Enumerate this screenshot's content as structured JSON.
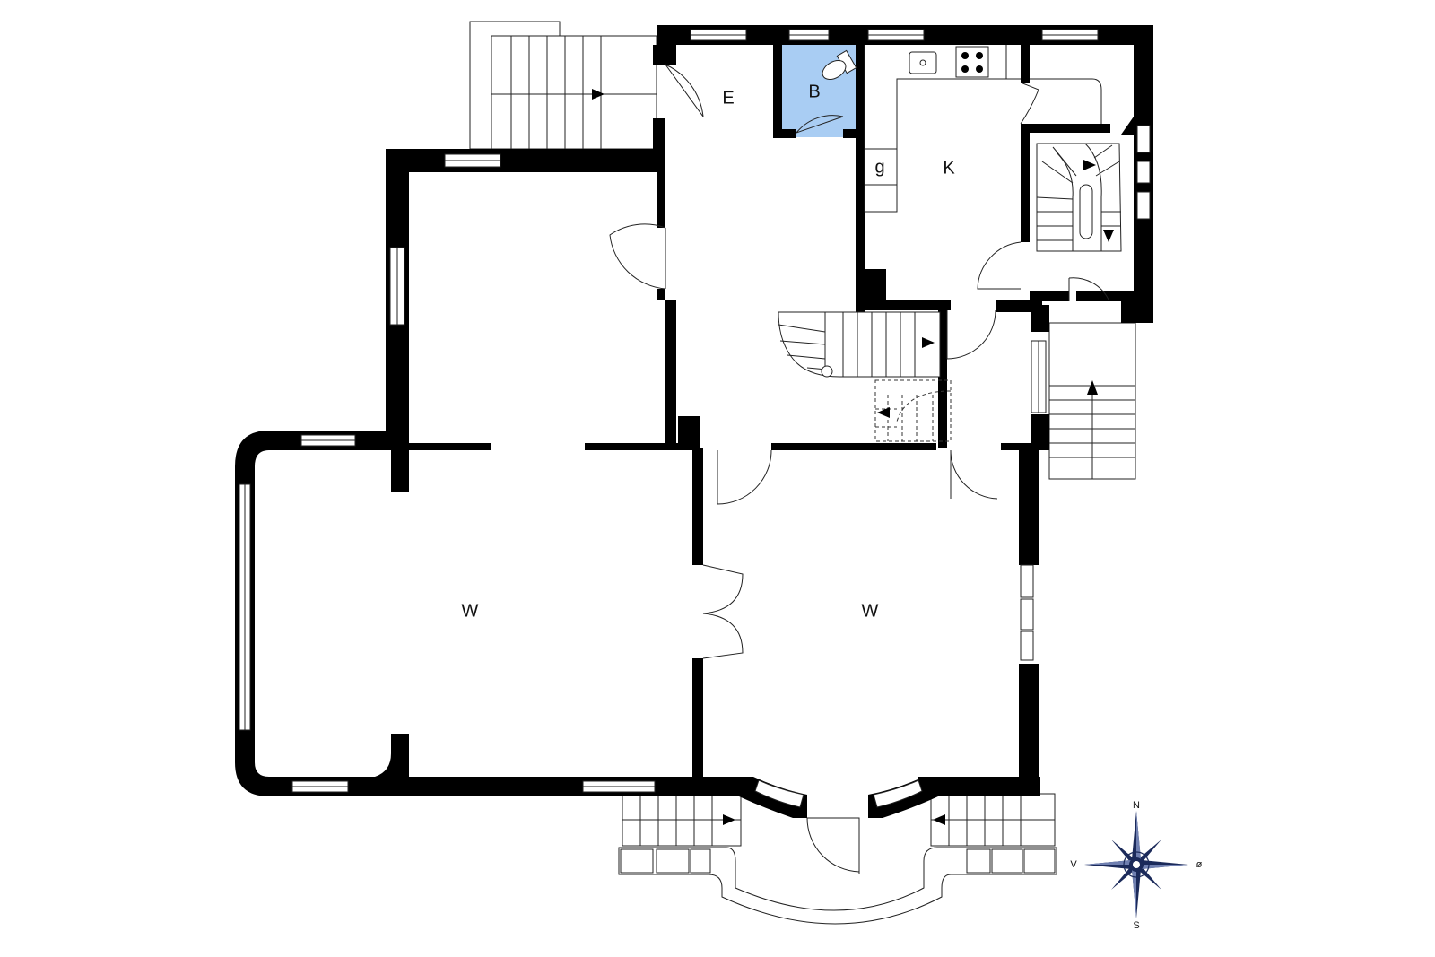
{
  "rooms": {
    "entrance": "E",
    "bathroom": "B",
    "kitchen": "K",
    "wardrobe": "g",
    "living_left": "W",
    "living_right": "W"
  },
  "compass": {
    "north": "N",
    "south": "S",
    "west": "V",
    "east": "ø"
  },
  "colors": {
    "wall": "#000000",
    "bathroom_fill": "#a9cdf3",
    "compass_dark": "#1b2a5a"
  }
}
